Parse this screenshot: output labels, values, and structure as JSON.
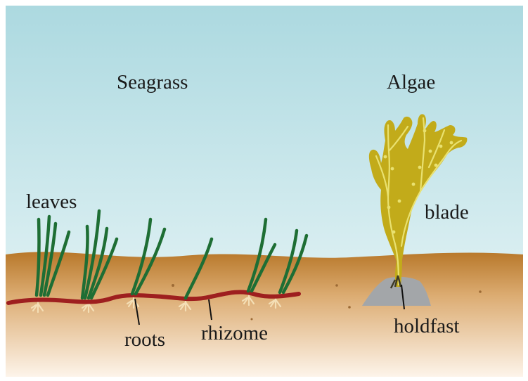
{
  "titles": {
    "seagrass": "Seagrass",
    "algae": "Algae"
  },
  "labels": {
    "leaves": "leaves",
    "roots": "roots",
    "rhizome": "rhizome",
    "blade": "blade",
    "holdfast": "holdfast"
  },
  "colors": {
    "water_top": "#acd9e0",
    "water_bottom": "#eef8f9",
    "sediment_top": "#b8782a",
    "sediment_bottom": "#fdf4ea",
    "seagrass_leaf": "#1e6e34",
    "rhizome": "#9e1f1f",
    "root": "#f4dfb6",
    "algae_blade": "#c2ab1a",
    "algae_midrib": "#e9e170",
    "rock": "#a3a6a9",
    "text": "#1a1a1a"
  }
}
